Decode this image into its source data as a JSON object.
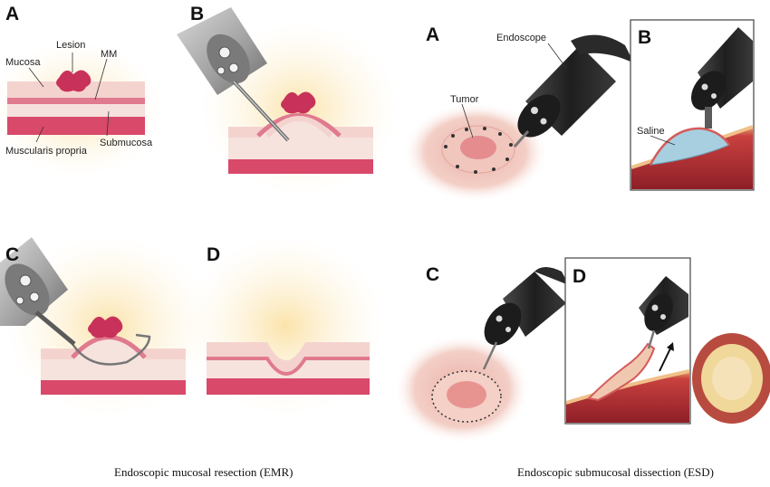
{
  "emr": {
    "panel_letters": [
      "A",
      "B",
      "C",
      "D"
    ],
    "labels": {
      "lesion": "Lesion",
      "mucosa": "Mucosa",
      "mm": "MM",
      "muscularis_propria": "Muscularis propria",
      "submucosa": "Submucosa"
    },
    "caption": "Endoscopic mucosal resection (EMR)"
  },
  "esd": {
    "panel_letters": [
      "A",
      "B",
      "C",
      "D"
    ],
    "labels": {
      "endoscope": "Endoscope",
      "tumor": "Tumor",
      "saline": "Saline"
    },
    "caption": "Endoscopic submucosal dissection (ESD)"
  },
  "colors": {
    "tissue_pink": "#f3c7cc",
    "tissue_cream": "#f7e3dd",
    "muscle_red": "#d9556f",
    "lesion": "#c8325a",
    "glow": "#fbe6b3",
    "endoscope_gray": "#9a9a9a",
    "endoscope_dark": "#2a2a2a",
    "saline": "#9fc9dc"
  }
}
